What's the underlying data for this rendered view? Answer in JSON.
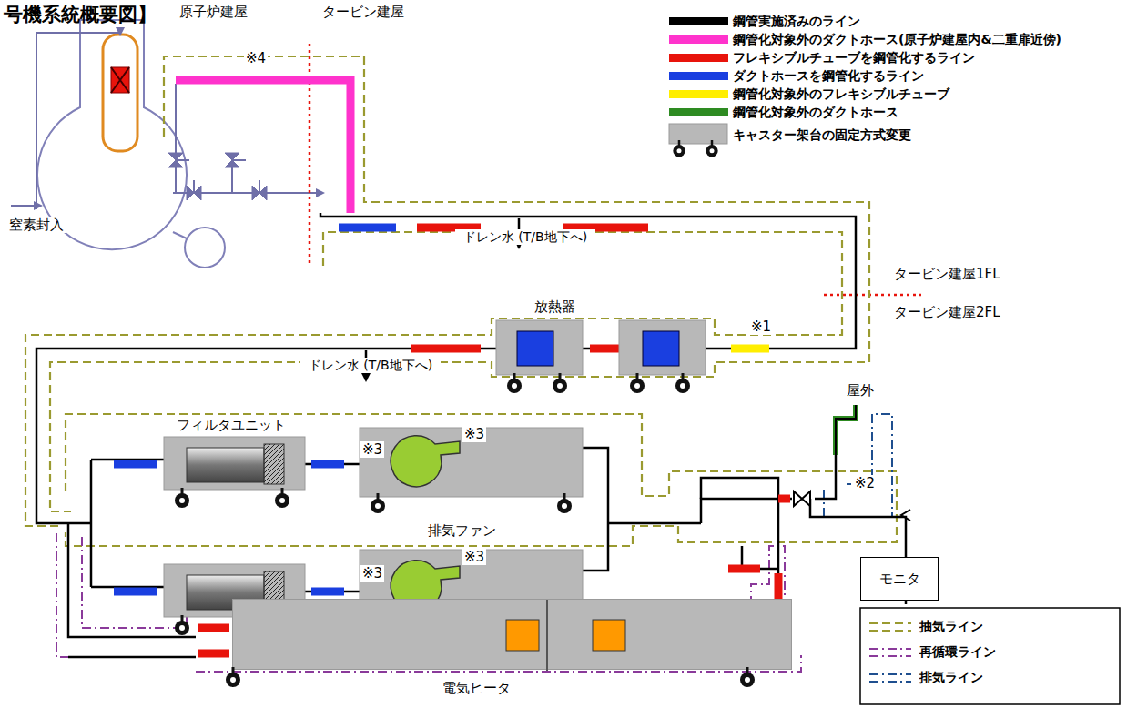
{
  "diagram": {
    "title": "号機系統概要図】",
    "nodes": [
      {
        "text": [
          "モニタ"
        ]
      },
      {
        "text": [
          "電気ヒータ"
        ]
      }
    ],
    "labels": [
      "原子炉建屋",
      "タービン建屋",
      "※4",
      "窒素封入",
      "ドレン水 (T/B地下へ)",
      "ドレン水 (T/B地下へ)",
      "タービン建屋1FL",
      "タービン建屋2FL",
      "放熱器",
      "※1",
      "フィルタユニット",
      "排気ファン",
      "※3",
      "※3",
      "※3",
      "※3",
      "屋外",
      "※2"
    ],
    "legend": [
      {
        "text": "鋼管実施済みのライン",
        "color": "#000000"
      },
      {
        "text": "鋼管化対象外のダクトホース(原子炉建屋内&二重扉近傍)",
        "color": "#ff33cc"
      },
      {
        "text": "フレキシブルチューブを鋼管化するライン",
        "color": "#e8140c"
      },
      {
        "text": "ダクトホースを鋼管化するライン",
        "color": "#1a3fe0"
      },
      {
        "text": "鋼管化対象外のフレキシブルチューブ",
        "color": "#ffee00"
      },
      {
        "text": "鋼管化対象外のダクトホース",
        "color": "#2e8b22"
      },
      {
        "text": "キャスター架台の固定方式変更"
      },
      {
        "text": "抽気ライン"
      },
      {
        "text": "再循環ライン"
      },
      {
        "text": "排気ライン"
      }
    ]
  }
}
